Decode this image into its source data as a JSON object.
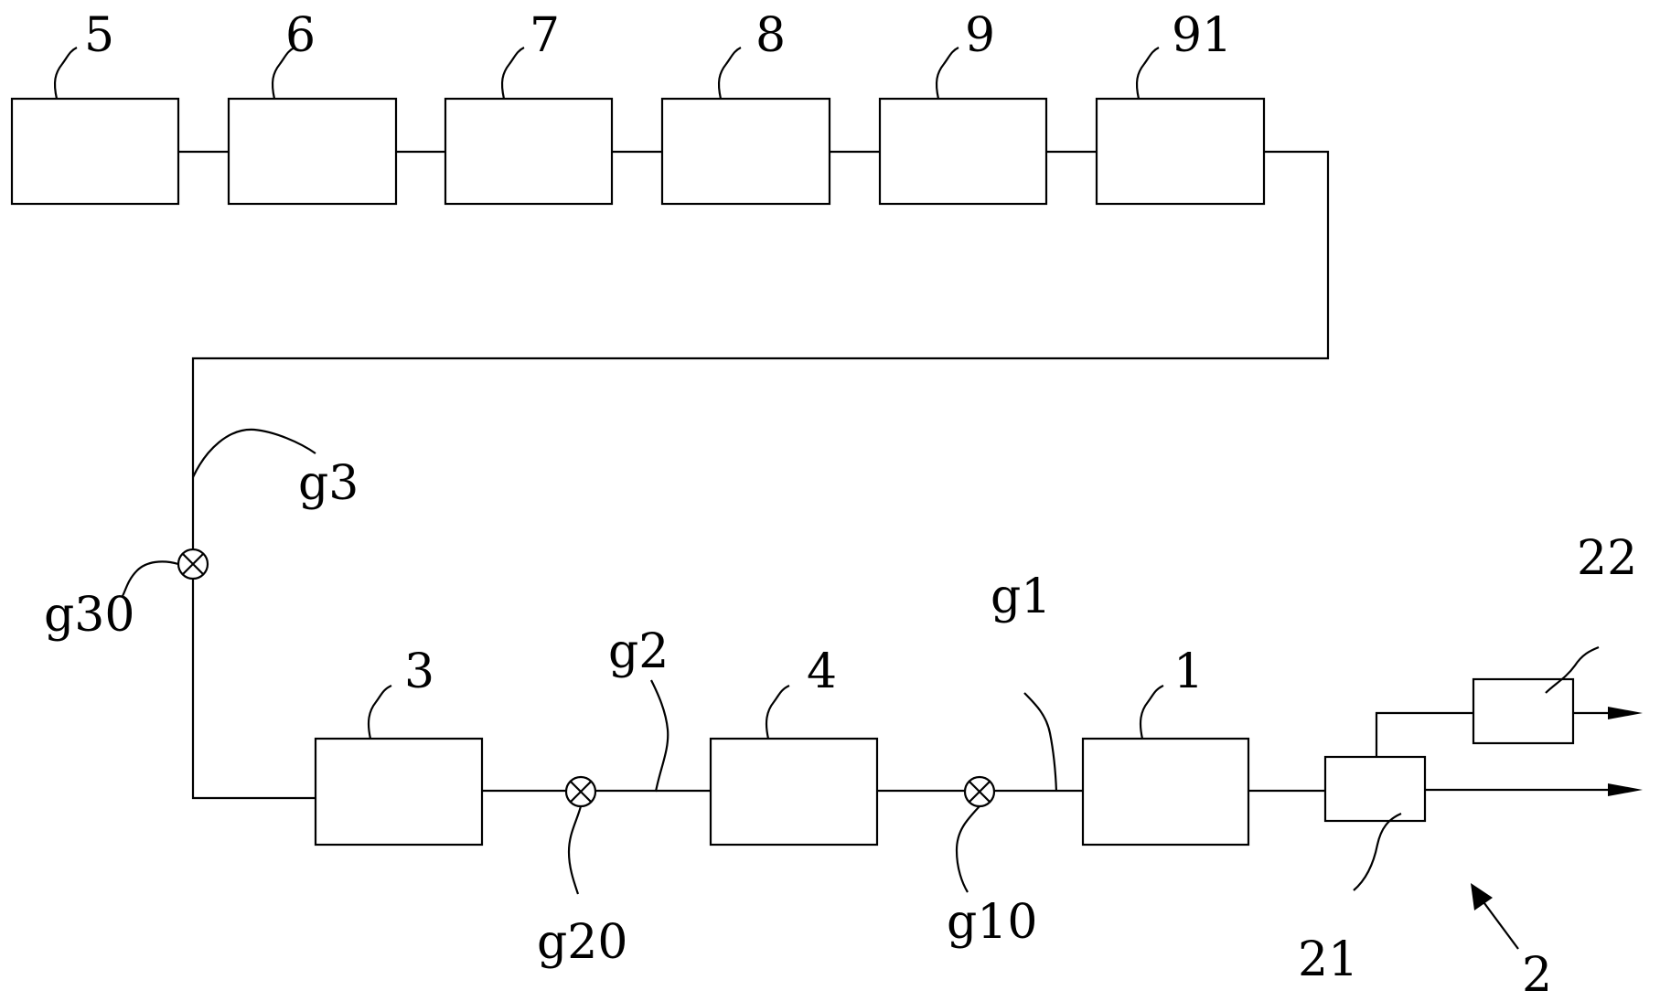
{
  "labels": {
    "n5": "5",
    "n6": "6",
    "n7": "7",
    "n8": "8",
    "n9": "9",
    "n91": "91",
    "n3": "3",
    "n4": "4",
    "n1": "1",
    "n2": "2",
    "n21": "21",
    "n22": "22",
    "g1": "g1",
    "g2": "g2",
    "g3": "g3",
    "g10": "g10",
    "g20": "g20",
    "g30": "g30"
  }
}
